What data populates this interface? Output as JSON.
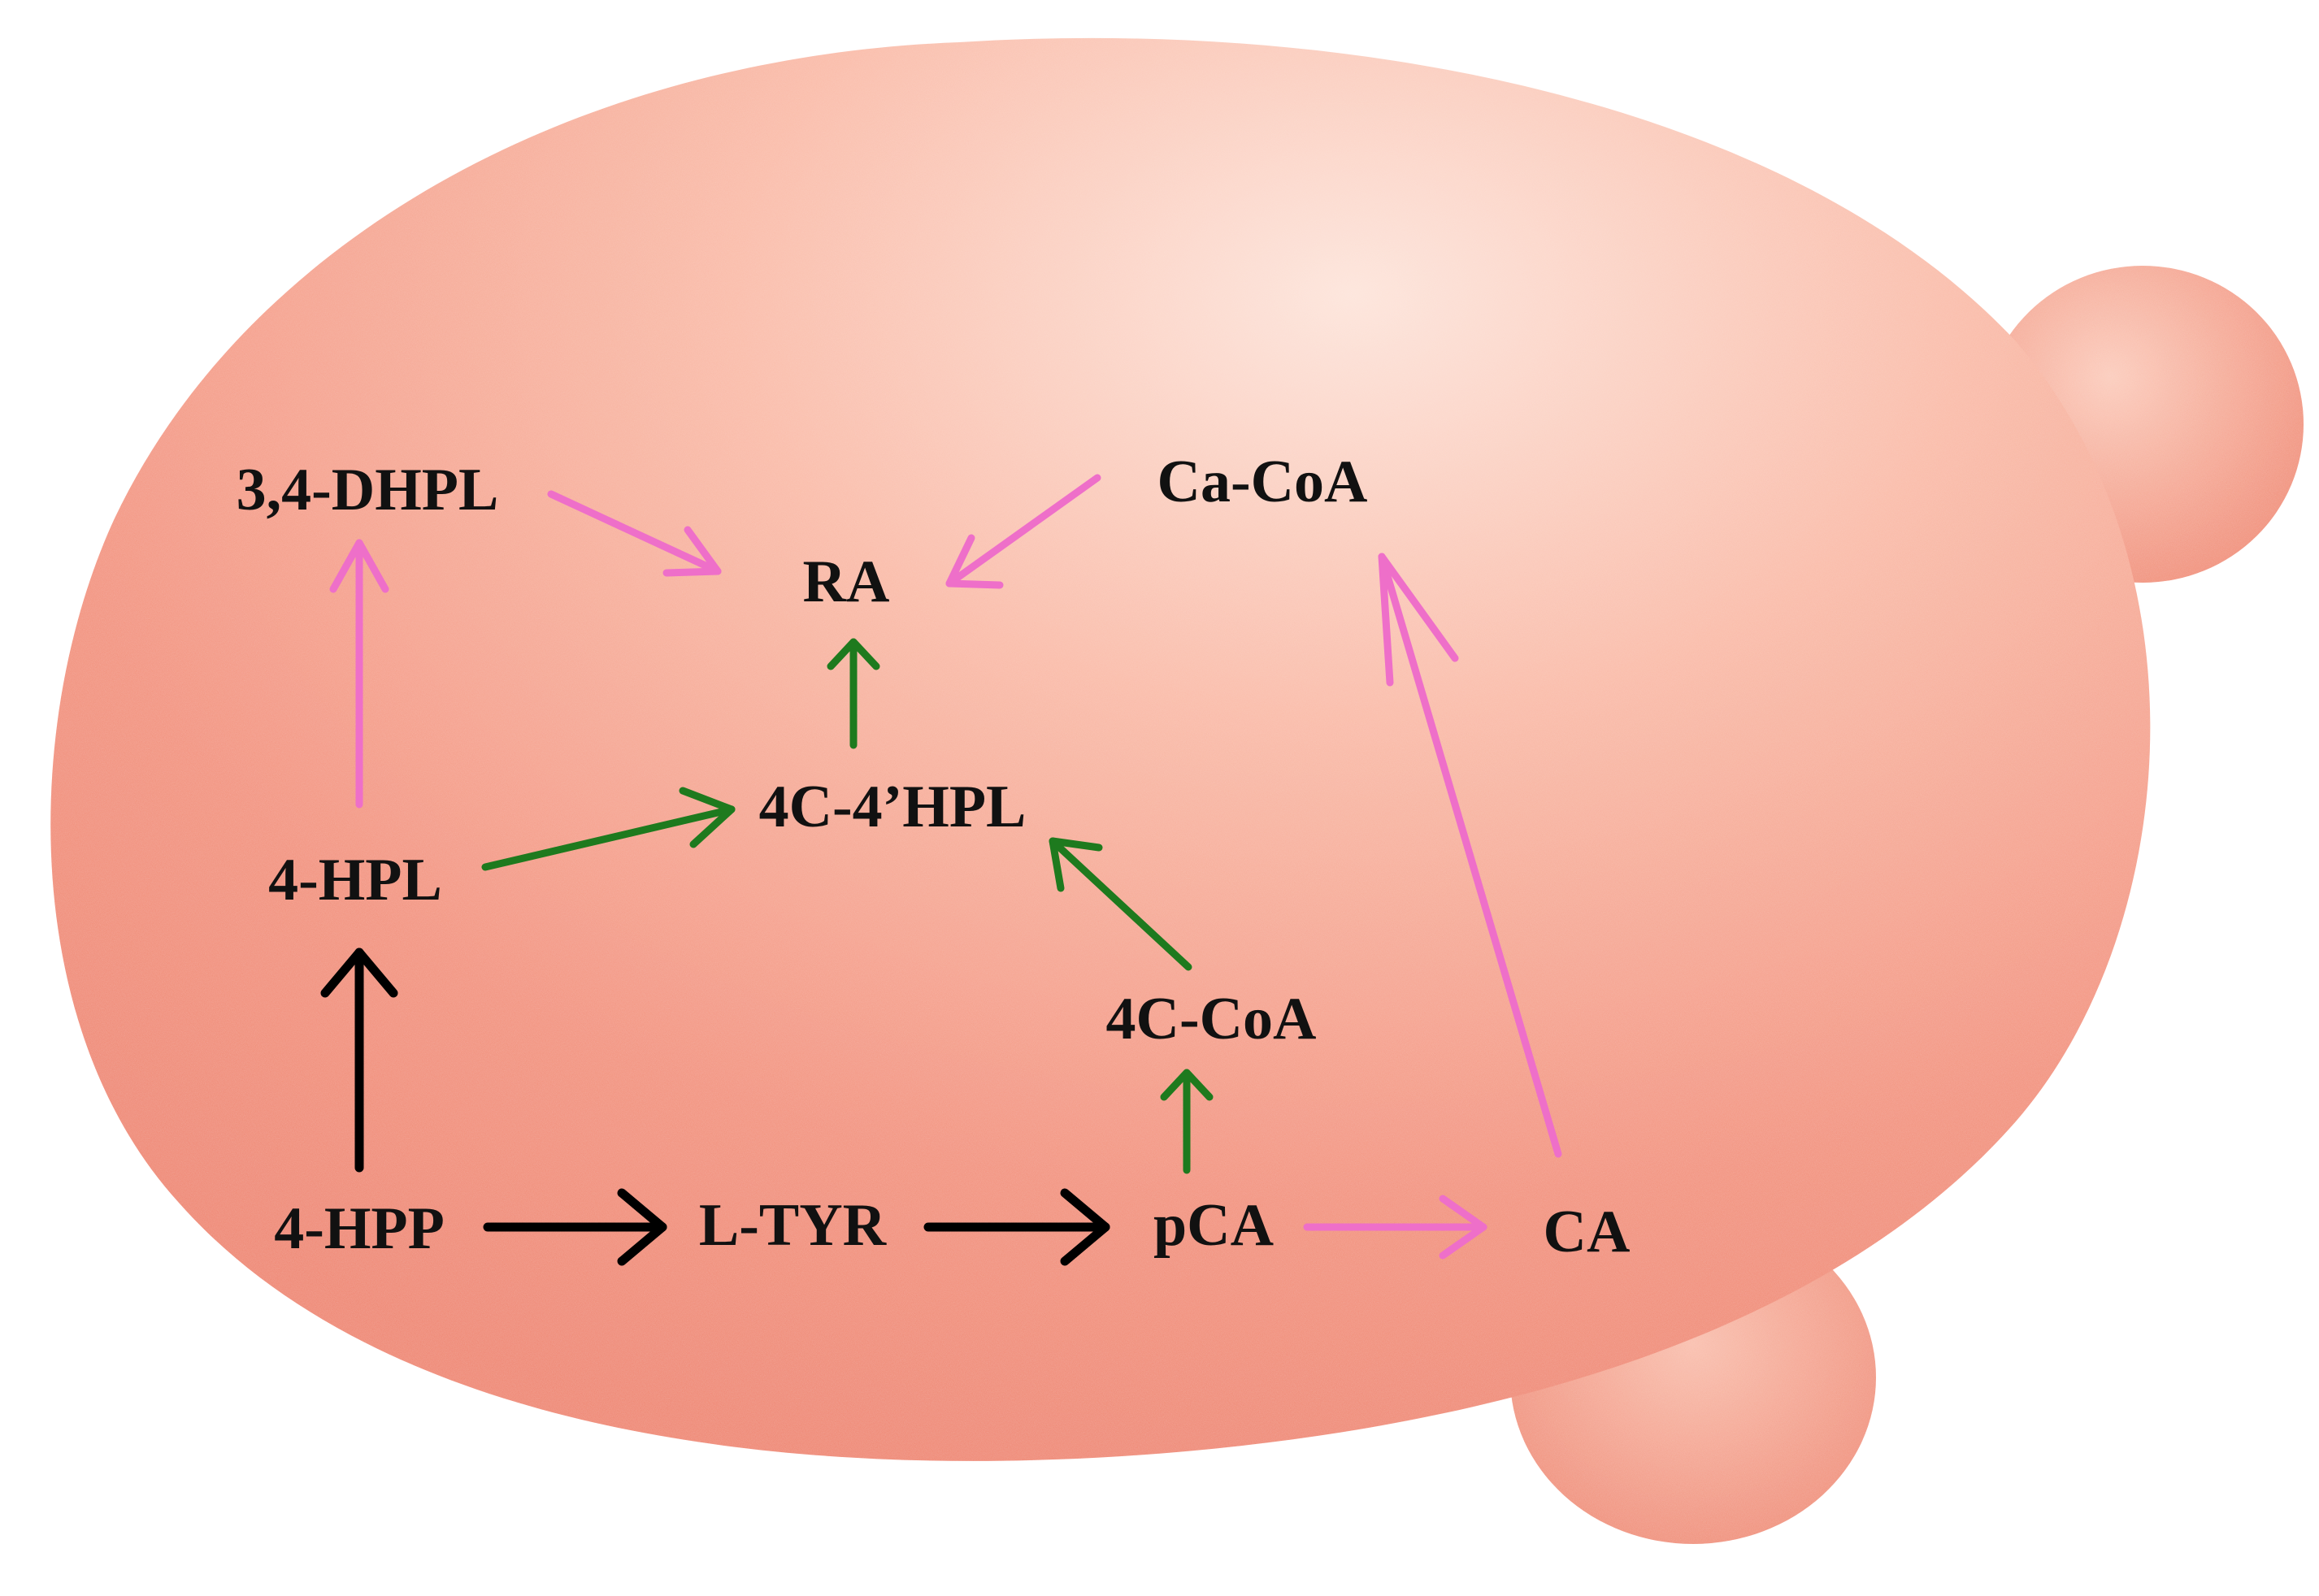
{
  "diagram": {
    "colors": {
      "cell": "#f28a72",
      "cell_highlight": "#fbd8cc",
      "bud": "#f3937b",
      "native_pathway": "#000000",
      "green_pathway": "#1e7a1e",
      "pink_pathway": "#ee6fc9",
      "label_text": "#111111"
    },
    "nodes": {
      "dhpl": "3,4-DHPL",
      "cacoa": "Ca-CoA",
      "ra": "RA",
      "c4hpl": "4C-4’HPL",
      "hpl": "4-HPL",
      "c4coa": "4C-CoA",
      "hpp": "4-HPP",
      "ltyr": "L-TYR",
      "pca": "pCA",
      "ca": "CA"
    },
    "edges": [
      {
        "from": "4-HPP",
        "to": "L-TYR",
        "pathway": "native"
      },
      {
        "from": "L-TYR",
        "to": "pCA",
        "pathway": "native"
      },
      {
        "from": "4-HPP",
        "to": "4-HPL",
        "pathway": "native"
      },
      {
        "from": "4-HPL",
        "to": "4C-4’HPL",
        "pathway": "green"
      },
      {
        "from": "pCA",
        "to": "4C-CoA",
        "pathway": "green"
      },
      {
        "from": "4C-CoA",
        "to": "4C-4’HPL",
        "pathway": "green"
      },
      {
        "from": "4C-4’HPL",
        "to": "RA",
        "pathway": "green"
      },
      {
        "from": "4-HPL",
        "to": "3,4-DHPL",
        "pathway": "pink"
      },
      {
        "from": "3,4-DHPL",
        "to": "RA",
        "pathway": "pink"
      },
      {
        "from": "pCA",
        "to": "CA",
        "pathway": "pink"
      },
      {
        "from": "CA",
        "to": "Ca-CoA",
        "pathway": "pink"
      },
      {
        "from": "Ca-CoA",
        "to": "RA",
        "pathway": "pink"
      }
    ]
  }
}
